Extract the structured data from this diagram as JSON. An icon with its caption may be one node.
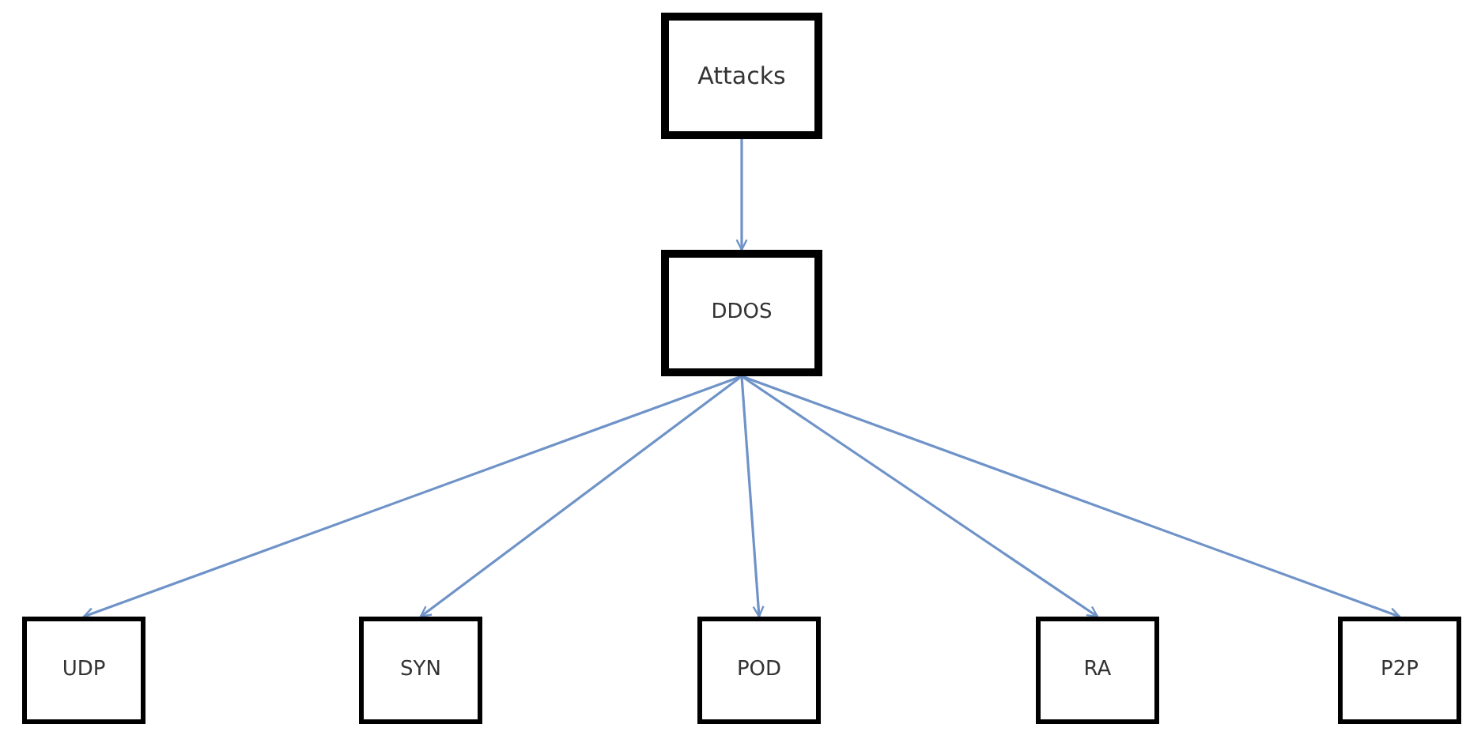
{
  "diagram": {
    "nodes": [
      {
        "text": [
          "Attacks"
        ]
      },
      {
        "text": [
          "DDOS"
        ]
      },
      {
        "text": [
          "UDP"
        ]
      },
      {
        "text": [
          "SYN"
        ]
      },
      {
        "text": [
          "POD"
        ]
      },
      {
        "text": [
          "RA"
        ]
      },
      {
        "text": [
          "P2P"
        ]
      }
    ],
    "edges": [
      {
        "from": 0,
        "to": 1,
        "arrow": "to"
      },
      {
        "from": 1,
        "to": 2,
        "arrow": "to"
      },
      {
        "from": 1,
        "to": 3,
        "arrow": "to"
      },
      {
        "from": 1,
        "to": 4,
        "arrow": "to"
      },
      {
        "from": 1,
        "to": 5,
        "arrow": "to"
      },
      {
        "from": 1,
        "to": 6,
        "arrow": "to"
      }
    ]
  }
}
